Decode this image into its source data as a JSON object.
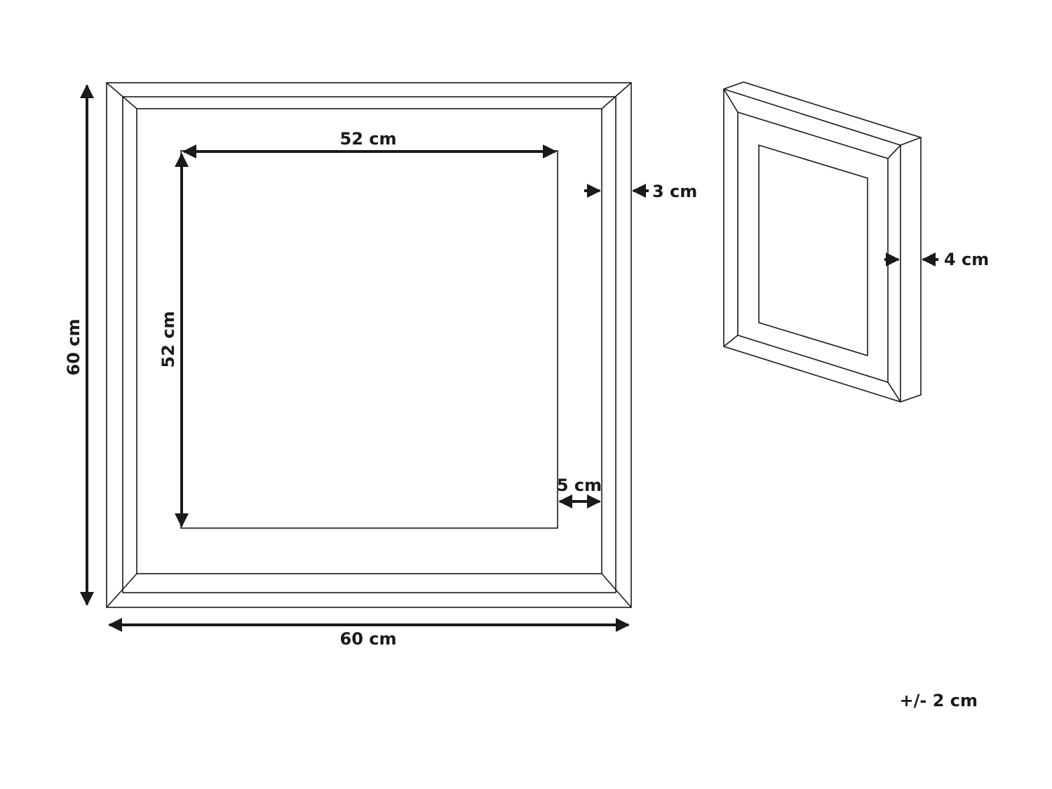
{
  "front_view": {
    "outer_width": "60 cm",
    "outer_height": "60 cm",
    "inner_width": "52 cm",
    "inner_height": "52 cm",
    "frame_width": "3 cm",
    "mat_width": "5 cm"
  },
  "side_view": {
    "depth": "4 cm"
  },
  "tolerance": "+/- 2 cm"
}
